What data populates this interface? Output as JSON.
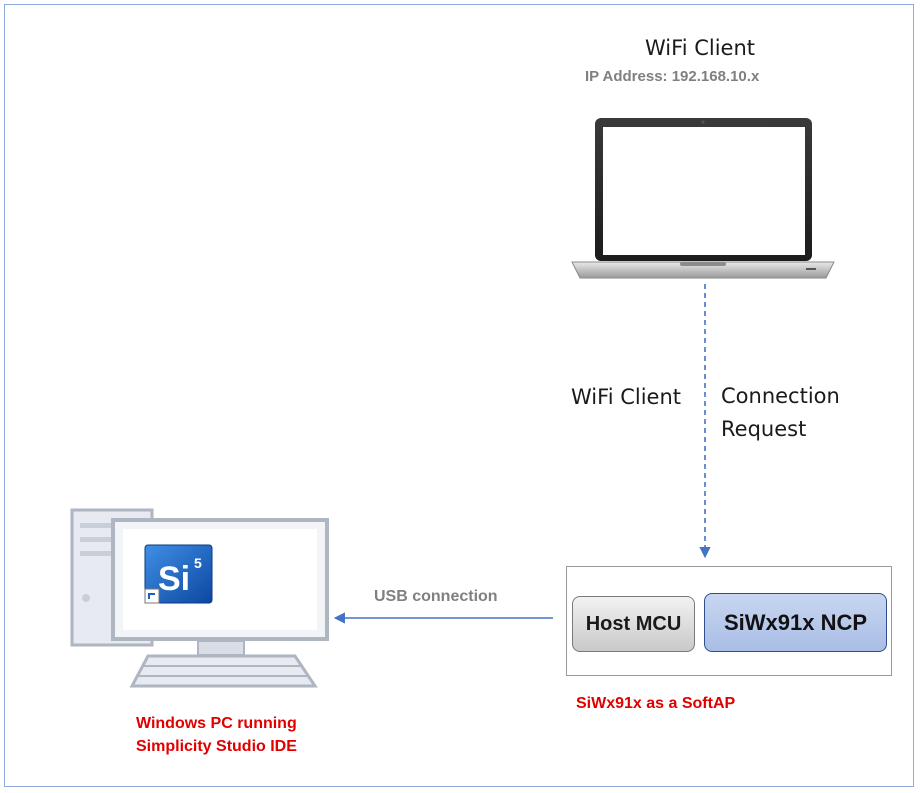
{
  "wifi_client": {
    "title": "WiFi Client",
    "ip_address": "IP Address: 192.168.10.x"
  },
  "edge_labels": {
    "left": "WiFi Client",
    "right_line1": "Connection",
    "right_line2": "Request"
  },
  "device": {
    "host_mcu": "Host MCU",
    "ncp": "SiWx91x NCP",
    "caption": "SiWx91x as a SoftAP"
  },
  "usb": {
    "label": "USB connection"
  },
  "pc": {
    "caption_line1": "Windows PC running",
    "caption_line2": "Simplicity Studio IDE",
    "app_logo_text": "Si",
    "app_logo_superscript": "5"
  },
  "colors": {
    "frame_border": "#8faadc",
    "arrow": "#4472c4",
    "caption_red": "#e00000",
    "label_gray": "#808080",
    "ncp_fill": "#b4c7e7",
    "logo_blue": "#1565c0"
  },
  "icons": {
    "laptop": "laptop-icon",
    "desktop": "desktop-pc-icon",
    "app_logo": "simplicity-studio-logo-icon"
  }
}
